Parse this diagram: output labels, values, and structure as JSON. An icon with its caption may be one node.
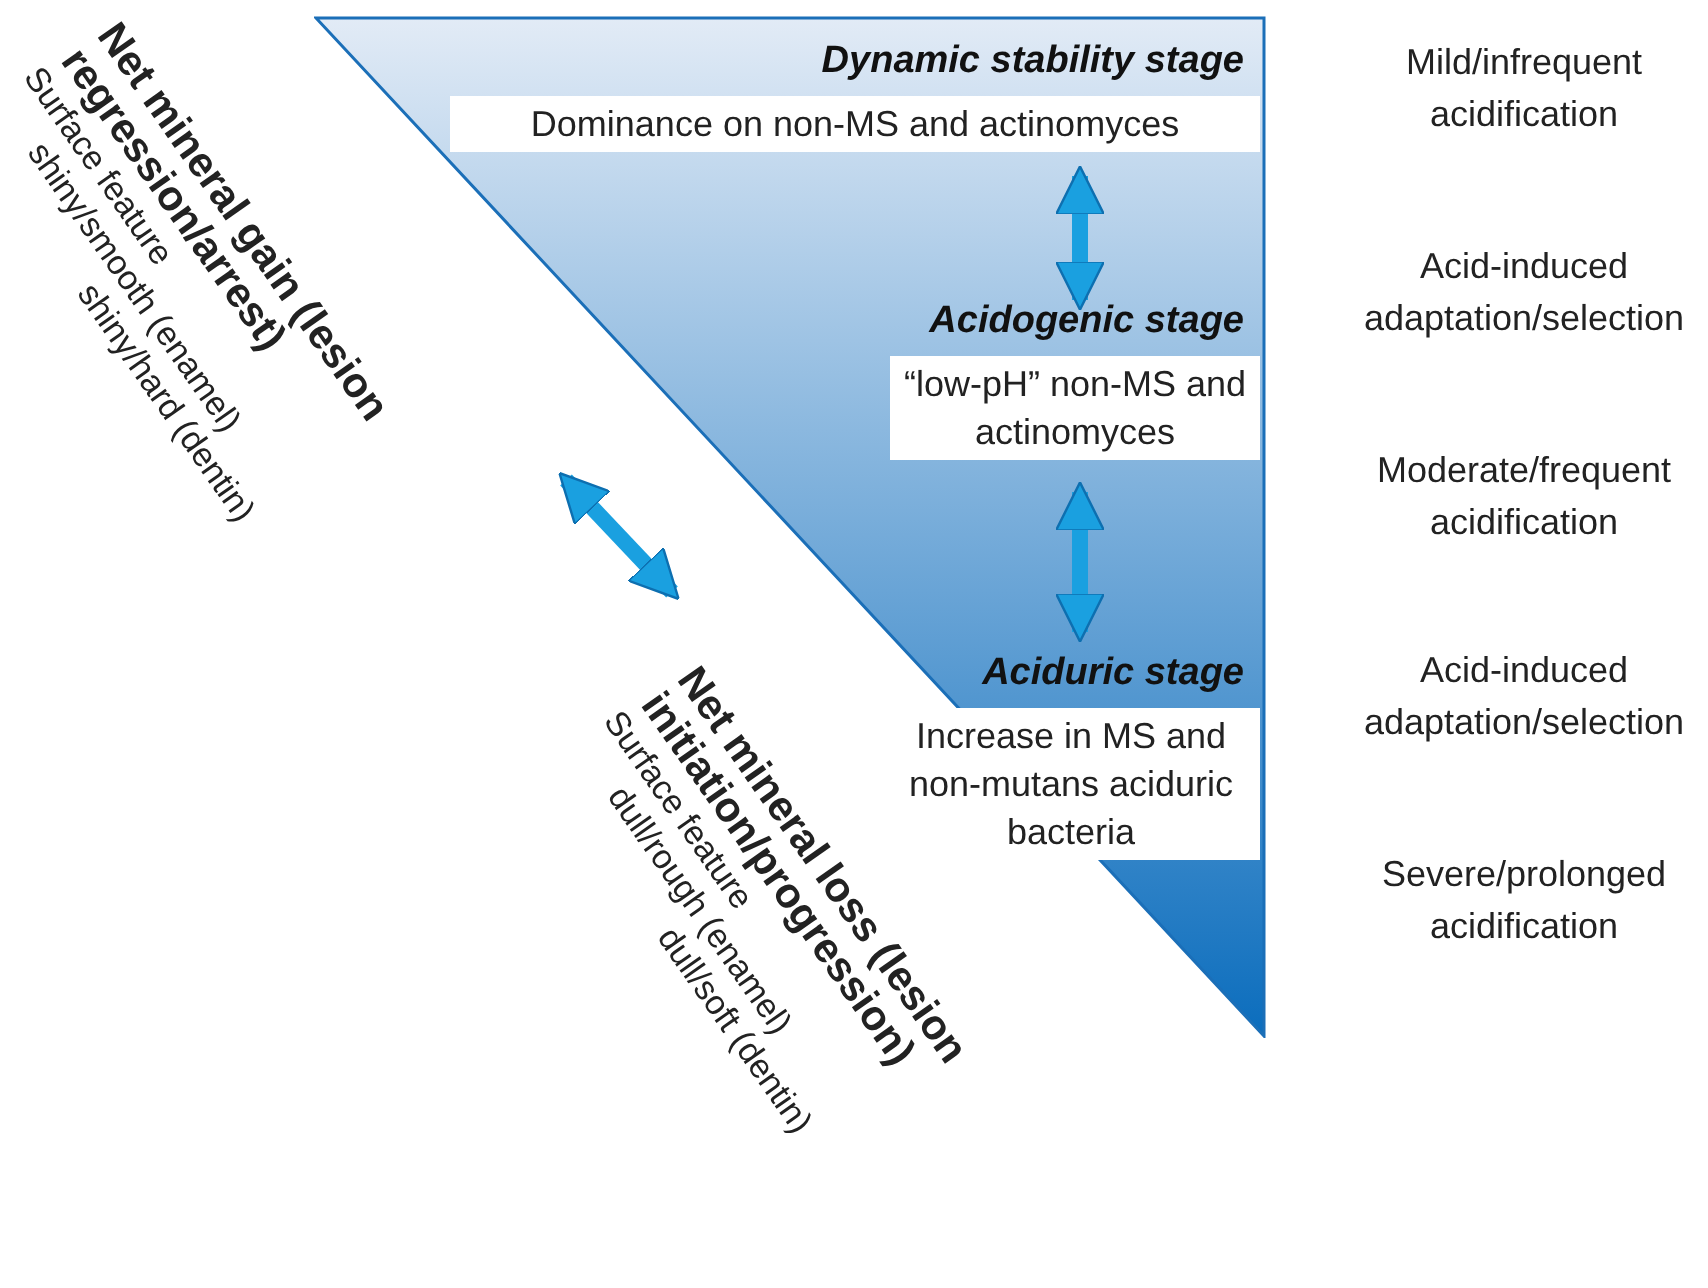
{
  "diagram": {
    "nodes": [
      {
        "text": [],
        "shape": "triangle"
      },
      {
        "text": [
          "Dynamic stability stage",
          "Dominance on non-MS and actinomyces"
        ],
        "in": 0
      },
      {
        "text": [
          "Acidogenic stage",
          "“low-pH” non-MS and actinomyces"
        ],
        "in": 0
      },
      {
        "text": [
          "Aciduric stage",
          "Increase in MS and non-mutans aciduric bacteria"
        ],
        "in": 0
      },
      {
        "text": [
          "Net mineral gain (lesion regression/arrest)",
          "Surface feature",
          "shiny/smooth (enamel)",
          "shiny/hard (dentin)"
        ]
      },
      {
        "text": [
          "Net mineral loss (lesion initiation/progression)",
          "Surface feature",
          "dull/rough (enamel)",
          "dull/soft (dentin)"
        ]
      }
    ],
    "edges": [
      {
        "from": 1,
        "to": 2,
        "arrow": "both"
      },
      {
        "from": 2,
        "to": 3,
        "arrow": "both"
      },
      {
        "from": 4,
        "to": 5,
        "arrow": "both"
      }
    ],
    "labels": [
      "Mild/infrequent acidification",
      "Acid-induced adaptation/selection",
      "Moderate/frequent acidification",
      "Acid-induced adaptation/selection",
      "Severe/prolonged acidification"
    ]
  }
}
